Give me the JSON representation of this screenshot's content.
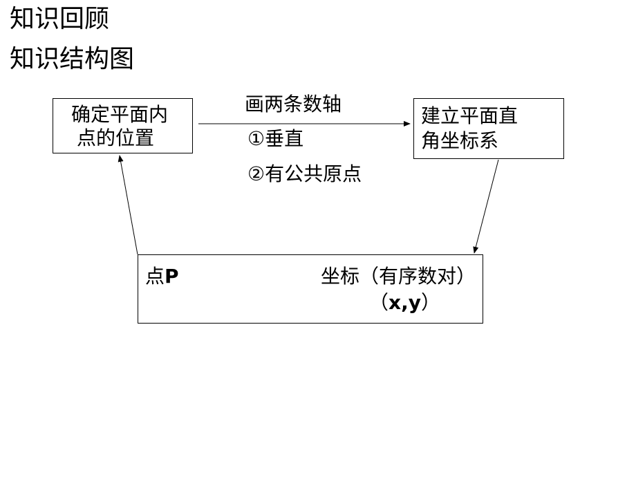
{
  "header": {
    "title_line1": "知识回顾",
    "title_line2": "知识结构图"
  },
  "diagram": {
    "box_left": {
      "line1": "确定平面内",
      "line2": "点的位置"
    },
    "box_right": {
      "line1": "建立平面直",
      "line2": "角坐标系"
    },
    "box_bottom": {
      "left_prefix": "点",
      "left_var": "P",
      "right_line1": "坐标（有序数对）",
      "right_line2_open": "（",
      "right_line2_var": "x,y",
      "right_line2_close": "）"
    },
    "arrow_label": {
      "main": "画两条数轴",
      "cond1": "①垂直",
      "cond2": "②有公共原点"
    }
  }
}
